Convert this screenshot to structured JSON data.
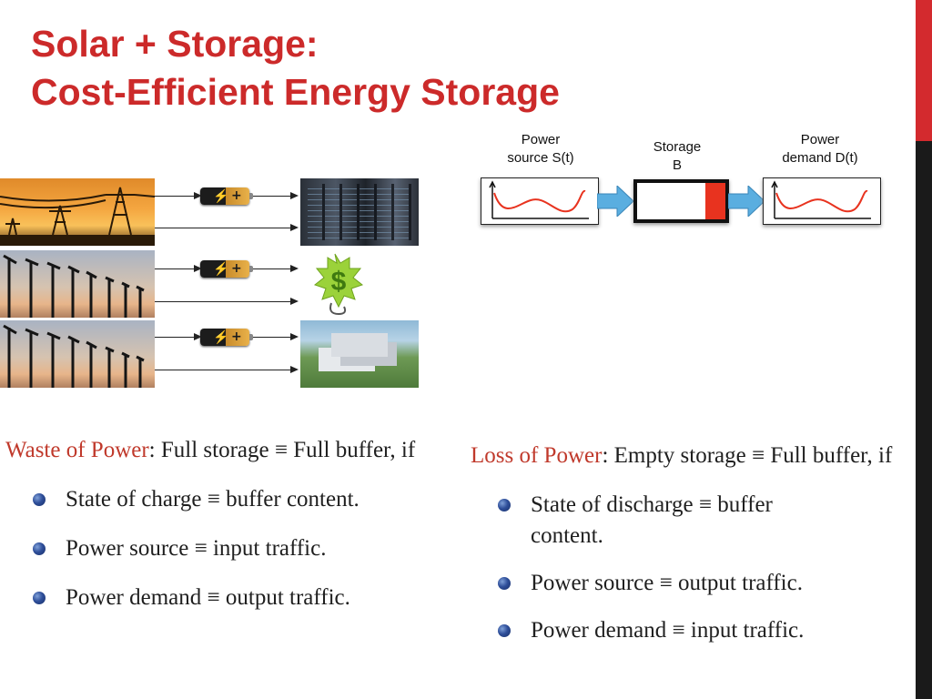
{
  "slide": {
    "title_lines": [
      "Solar + Storage:",
      "Cost-Efficient Energy Storage"
    ],
    "accent_color": "#cc2a2a"
  },
  "diagram": {
    "source_label_lines": [
      "Power",
      "source S(t)"
    ],
    "storage_label_lines": [
      "Storage",
      "B"
    ],
    "demand_label_lines": [
      "Power",
      "demand D(t)"
    ],
    "curve_color": "#e8331f",
    "arrow_color": "#5aaee0"
  },
  "left": {
    "highlight": "Waste of Power",
    "rest": ": Full storage ≡ Full buffer, if",
    "bullets": [
      "State of charge ≡ buffer content.",
      "Power source ≡ input traffic.",
      "Power demand ≡ output traffic."
    ]
  },
  "right": {
    "highlight": "Loss of Power",
    "rest": ": Empty storage ≡ Full buffer, if",
    "bullets": [
      "State of discharge ≡ buffer content.",
      "Power source ≡ output traffic.",
      "Power demand ≡ input traffic."
    ]
  },
  "icons": {
    "battery": "battery-icon",
    "dollar": "dollar-sign-icon"
  }
}
